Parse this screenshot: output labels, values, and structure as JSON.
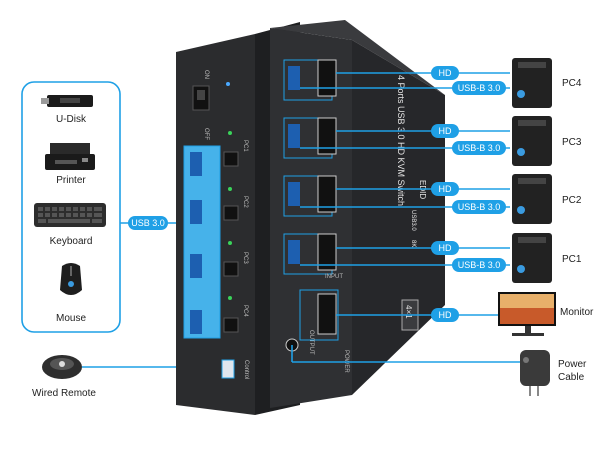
{
  "peripherals": {
    "udisk": "U-Disk",
    "printer": "Printer",
    "keyboard": "Keyboard",
    "mouse": "Mouse",
    "wired_remote": "Wired Remote",
    "usb_hub_label": "USB 3.0"
  },
  "pcs": [
    {
      "name": "PC4",
      "hd": "HD",
      "usb": "USB-B 3.0"
    },
    {
      "name": "PC3",
      "hd": "HD",
      "usb": "USB-B 3.0"
    },
    {
      "name": "PC2",
      "hd": "HD",
      "usb": "USB-B 3.0"
    },
    {
      "name": "PC1",
      "hd": "HD",
      "usb": "USB-B 3.0"
    }
  ],
  "monitor": {
    "hd": "HD",
    "label": "Monitor"
  },
  "power": {
    "line1": "Power",
    "line2": "Cable"
  },
  "device": {
    "side_text": "4 Ports USB 3.0 HD KVM Switch",
    "model_badge": "4×1",
    "edid": "EDID",
    "res_4k": "8K",
    "usb_label": "USB3.0",
    "on": "ON",
    "off": "OFF",
    "pc_leds": [
      "PC1",
      "PC2",
      "PC3",
      "PC4"
    ],
    "input": "INPUT",
    "output": "OUTPUT",
    "control": "Control",
    "power_port": "POWER"
  },
  "colors": {
    "accent": "#1fa0e6",
    "device": "#2b2c2e",
    "outline": "#1fa0e6"
  }
}
